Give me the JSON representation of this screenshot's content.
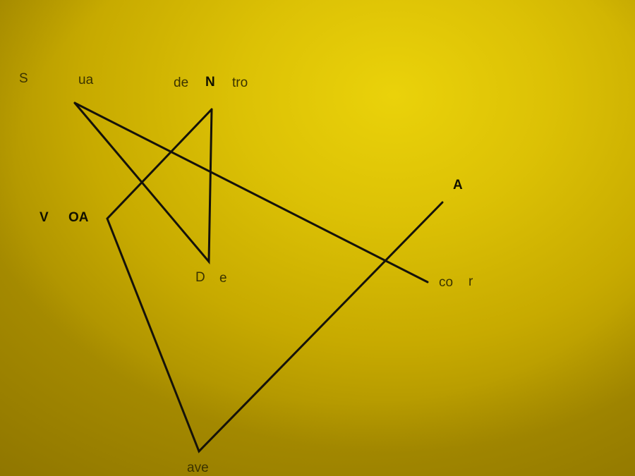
{
  "artwork": {
    "background_color": "#ddc206",
    "line_color": "#15120a",
    "text_color": "#3b3300",
    "bold_text_color": "#111000"
  },
  "words": {
    "s": "S",
    "ua": "ua",
    "de": "de",
    "n": "N",
    "tro": "tro",
    "a": "A",
    "v": "V",
    "oa": "OA",
    "d": "D",
    "e": "e",
    "co": "co",
    "r": "r",
    "ave": "ave"
  }
}
